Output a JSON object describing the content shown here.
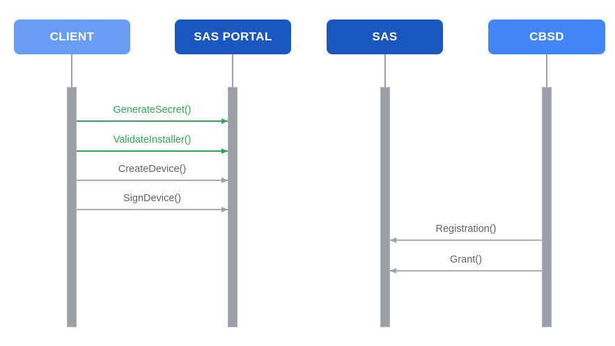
{
  "diagram": {
    "type": "sequence-diagram",
    "actors": [
      {
        "id": "client",
        "label": "CLIENT",
        "color": "#699CF3"
      },
      {
        "id": "sas-portal",
        "label": "SAS PORTAL",
        "color": "#1A57BE"
      },
      {
        "id": "sas",
        "label": "SAS",
        "color": "#1A57BE"
      },
      {
        "id": "cbsd",
        "label": "CBSD",
        "color": "#4285F4"
      }
    ],
    "messages": [
      {
        "label": "GenerateSecret()",
        "from": "CLIENT",
        "to": "SAS PORTAL",
        "direction": "right",
        "color": "#2FA852"
      },
      {
        "label": "ValidateInstaller()",
        "from": "CLIENT",
        "to": "SAS PORTAL",
        "direction": "right",
        "color": "#2FA852"
      },
      {
        "label": "CreateDevice()",
        "from": "CLIENT",
        "to": "SAS PORTAL",
        "direction": "right",
        "color": "#5F6368"
      },
      {
        "label": "SignDevice()",
        "from": "CLIENT",
        "to": "SAS PORTAL",
        "direction": "right",
        "color": "#5F6368"
      },
      {
        "label": "Registration()",
        "from": "CBSD",
        "to": "SAS",
        "direction": "left",
        "color": "#5F6368"
      },
      {
        "label": "Grant()",
        "from": "CBSD",
        "to": "SAS",
        "direction": "left",
        "color": "#5F6368"
      }
    ],
    "colors": {
      "background": "#FFFFFF",
      "light_blue": "#699CF3",
      "dark_blue": "#1A57BE",
      "medium_blue": "#4285F4",
      "green": "#2FA852",
      "gray_text": "#5F6368",
      "gray_line": "#A8ADB2",
      "lifeline_bar": "#9AA0A6"
    }
  }
}
